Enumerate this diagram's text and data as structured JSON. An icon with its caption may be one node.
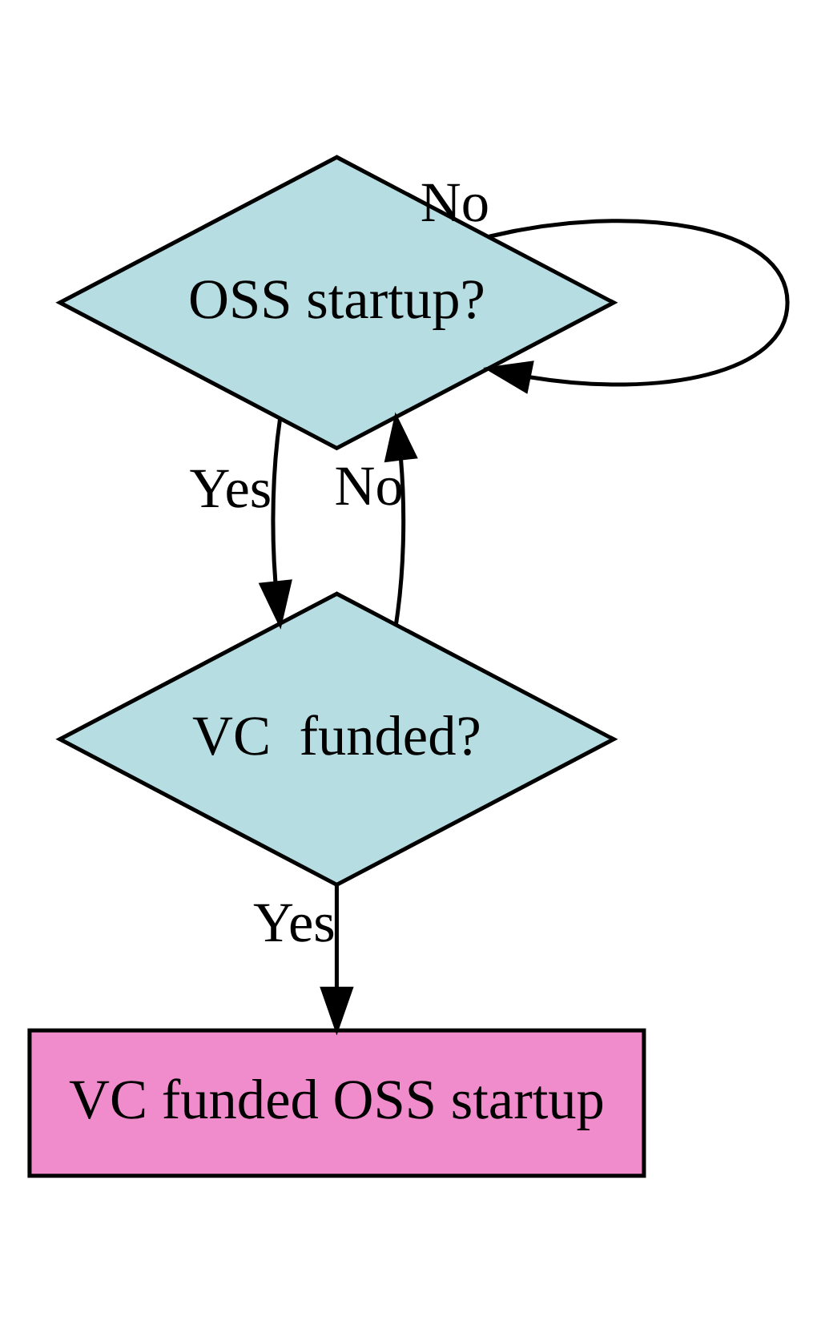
{
  "diagram": {
    "nodes": [
      {
        "text": [
          "OSS startup?"
        ]
      },
      {
        "text": [
          "VC  funded?"
        ]
      },
      {
        "text": [
          "VC funded OSS startup"
        ]
      }
    ],
    "edges": [
      {
        "from": 0,
        "to": 1,
        "arrow": "to",
        "label": "Yes"
      },
      {
        "from": 0,
        "to": 0,
        "arrow": "to",
        "label": "No"
      },
      {
        "from": 1,
        "to": 2,
        "arrow": "to",
        "label": "Yes"
      },
      {
        "from": 1,
        "to": 0,
        "arrow": "to",
        "label": "No"
      }
    ]
  }
}
